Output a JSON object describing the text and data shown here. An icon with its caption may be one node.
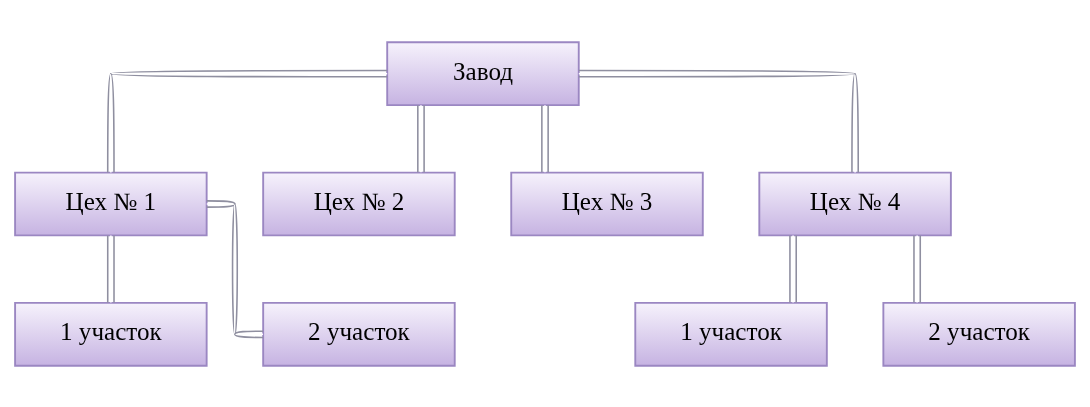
{
  "diagram": {
    "nodes": [
      {
        "text": [
          "Завод"
        ]
      },
      {
        "text": [
          "Цех № 1"
        ]
      },
      {
        "text": [
          "Цех № 2"
        ]
      },
      {
        "text": [
          "Цех № 3"
        ]
      },
      {
        "text": [
          "Цех № 4"
        ]
      },
      {
        "text": [
          "1 участок"
        ]
      },
      {
        "text": [
          "2 участок"
        ]
      },
      {
        "text": [
          "1 участок"
        ]
      },
      {
        "text": [
          "2 участок"
        ]
      }
    ],
    "edges": [
      {
        "from": 0,
        "to": 1,
        "arrow": "none"
      },
      {
        "from": 0,
        "to": 2,
        "arrow": "none"
      },
      {
        "from": 0,
        "to": 3,
        "arrow": "none"
      },
      {
        "from": 0,
        "to": 4,
        "arrow": "none"
      },
      {
        "from": 1,
        "to": 5,
        "arrow": "none"
      },
      {
        "from": 1,
        "to": 6,
        "arrow": "none"
      },
      {
        "from": 4,
        "to": 7,
        "arrow": "none"
      },
      {
        "from": 4,
        "to": 8,
        "arrow": "none"
      }
    ]
  }
}
